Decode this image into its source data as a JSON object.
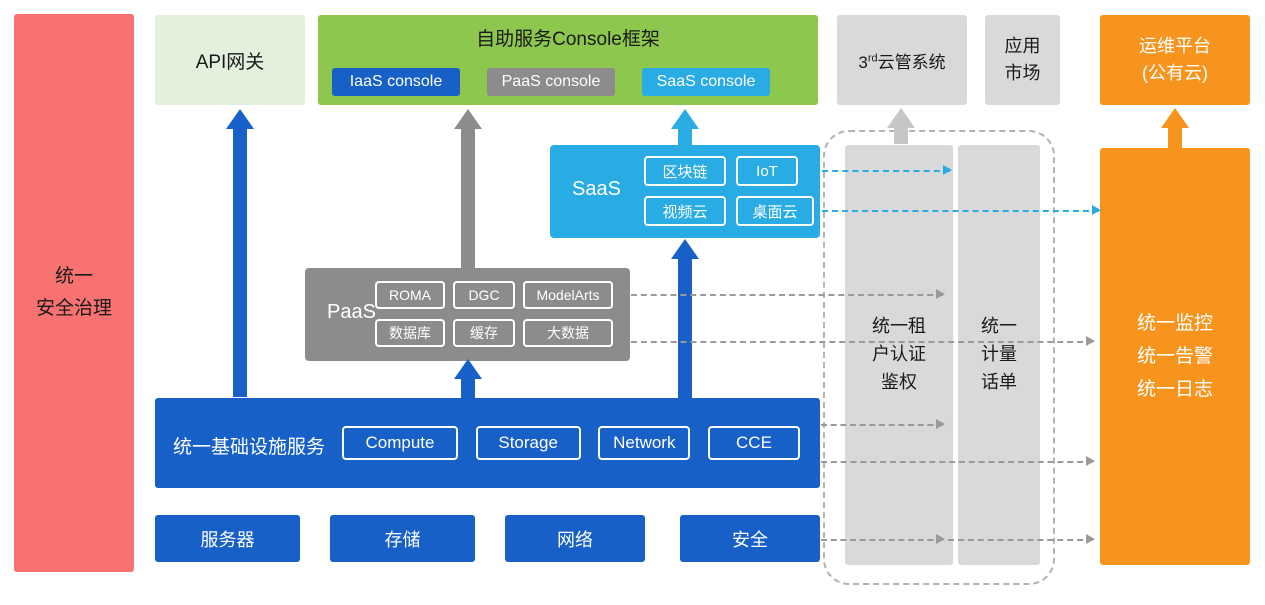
{
  "colors": {
    "red": "#F87272",
    "pale_green": "#E2F0DC",
    "green": "#8DC74E",
    "blue": "#1760C8",
    "dark_gray": "#8C8C8C",
    "light_gray": "#D9D9D9",
    "cyan": "#29ABE3",
    "orange": "#F7941E"
  },
  "security": {
    "label": "统一\n安全治理"
  },
  "api_gateway": {
    "label": "API网关"
  },
  "console": {
    "title": "自助服务Console框架",
    "items": [
      {
        "label": "IaaS console"
      },
      {
        "label": "PaaS console"
      },
      {
        "label": "SaaS console"
      }
    ]
  },
  "third_party": {
    "prefix": "3",
    "sup": "rd",
    "suffix": "云管系统"
  },
  "app_market": {
    "label": "应用\n市场"
  },
  "ops_platform": {
    "label": "运维平台\n(公有云)"
  },
  "saas": {
    "label": "SaaS",
    "items": [
      "区块链",
      "IoT",
      "视频云",
      "桌面云"
    ]
  },
  "paas": {
    "label": "PaaS",
    "items": [
      "ROMA",
      "DGC",
      "ModelArts",
      "数据库",
      "缓存",
      "大数据"
    ]
  },
  "infra": {
    "label": "统一基础设施服务",
    "items": [
      "Compute",
      "Storage",
      "Network",
      "CCE"
    ]
  },
  "hardware": {
    "items": [
      "服务器",
      "存储",
      "网络",
      "安全"
    ]
  },
  "auth": {
    "label": "统一租\n户认证\n鉴权"
  },
  "metering": {
    "label": "统一\n计量\n话单"
  },
  "monitoring": {
    "label": "统一监控\n统一告警\n统一日志"
  }
}
